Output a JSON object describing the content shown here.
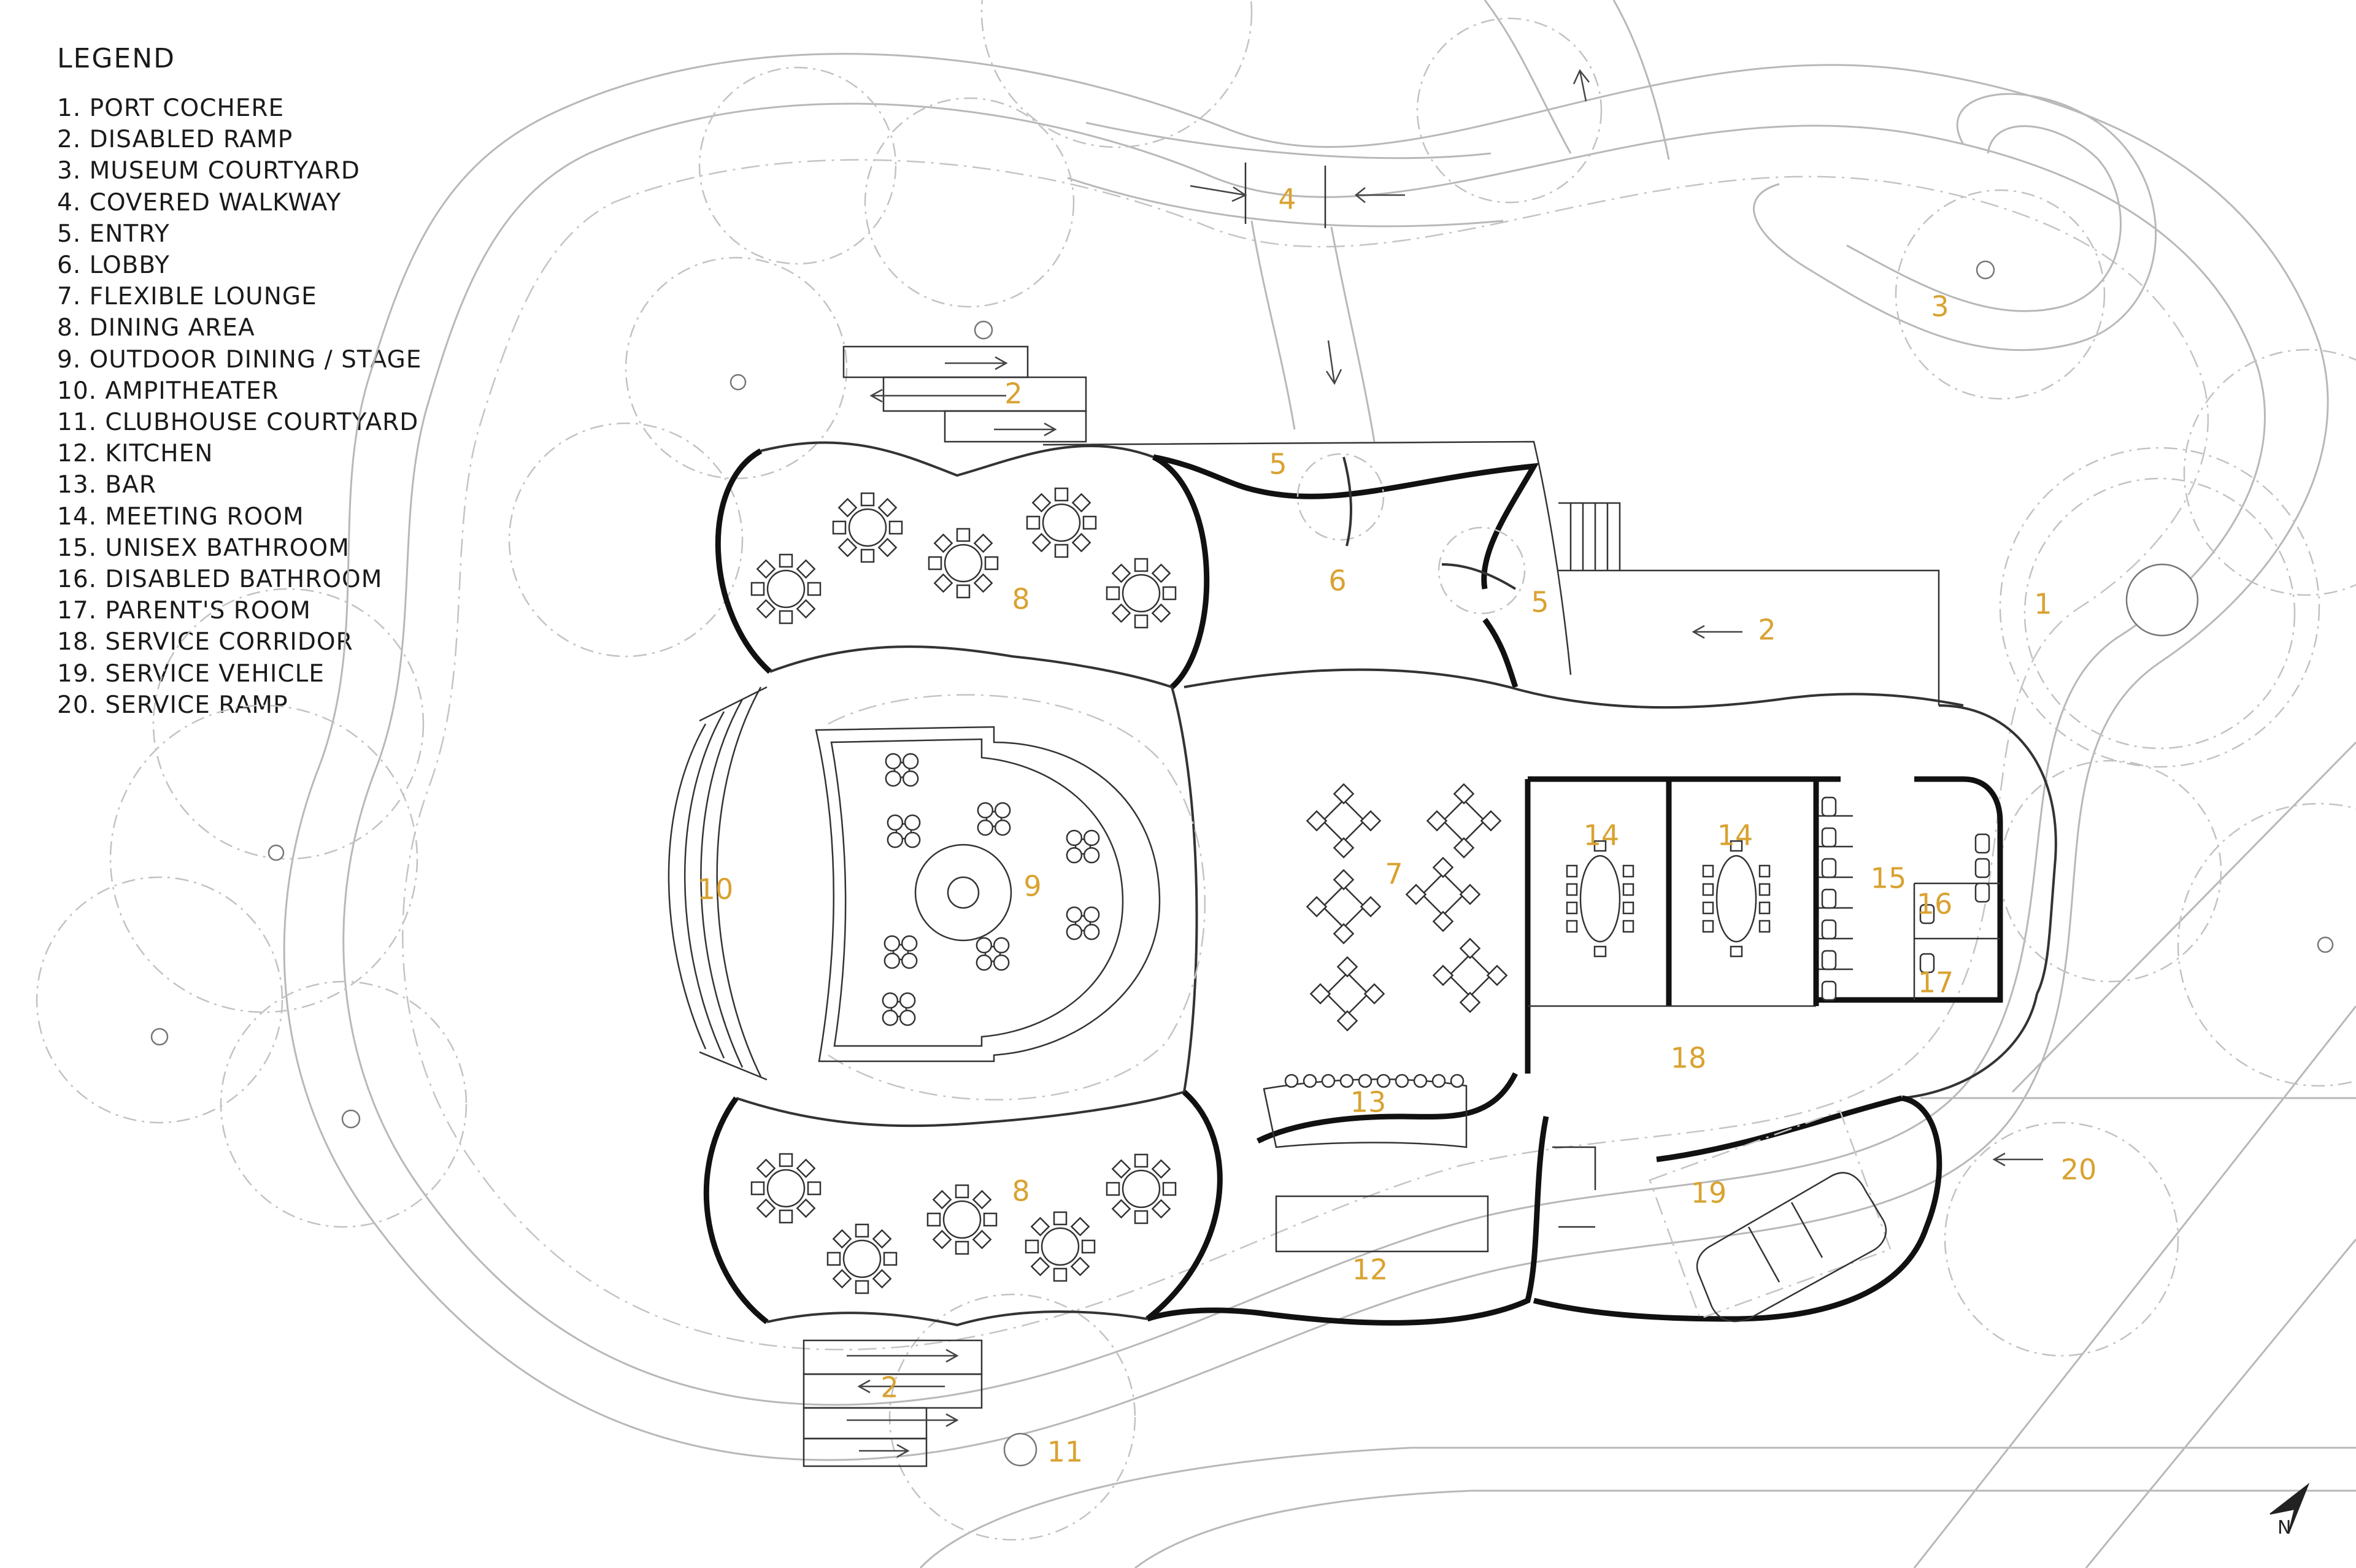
{
  "legend": {
    "title": "LEGEND",
    "items": [
      "1. PORT COCHERE",
      "2. DISABLED RAMP",
      "3. MUSEUM COURTYARD",
      "4. COVERED WALKWAY",
      "5. ENTRY",
      "6. LOBBY",
      "7. FLEXIBLE LOUNGE",
      "8. DINING AREA",
      "9. OUTDOOR DINING / STAGE",
      "10. AMPITHEATER",
      "11. CLUBHOUSE COURTYARD",
      "12. KITCHEN",
      "13. BAR",
      "14. MEETING ROOM",
      "15. UNISEX BATHROOM",
      "16. DISABLED BATHROOM",
      "17. PARENT'S ROOM",
      "18. SERVICE CORRIDOR",
      "19. SERVICE VEHICLE",
      "20. SERVICE RAMP"
    ]
  },
  "tags": {
    "t1": "1",
    "t2a": "2",
    "t2b": "2",
    "t2c": "2",
    "t3": "3",
    "t4": "4",
    "t5a": "5",
    "t5b": "5",
    "t6": "6",
    "t7": "7",
    "t8a": "8",
    "t8b": "8",
    "t9": "9",
    "t10": "10",
    "t11": "11",
    "t12": "12",
    "t13": "13",
    "t14a": "14",
    "t14b": "14",
    "t15": "15",
    "t16": "16",
    "t17": "17",
    "t18": "18",
    "t19": "19",
    "t20": "20"
  },
  "north_label": "N",
  "colors": {
    "room_number": "#d9a230",
    "wall": "#111111",
    "site_line": "#b8b8b8"
  }
}
